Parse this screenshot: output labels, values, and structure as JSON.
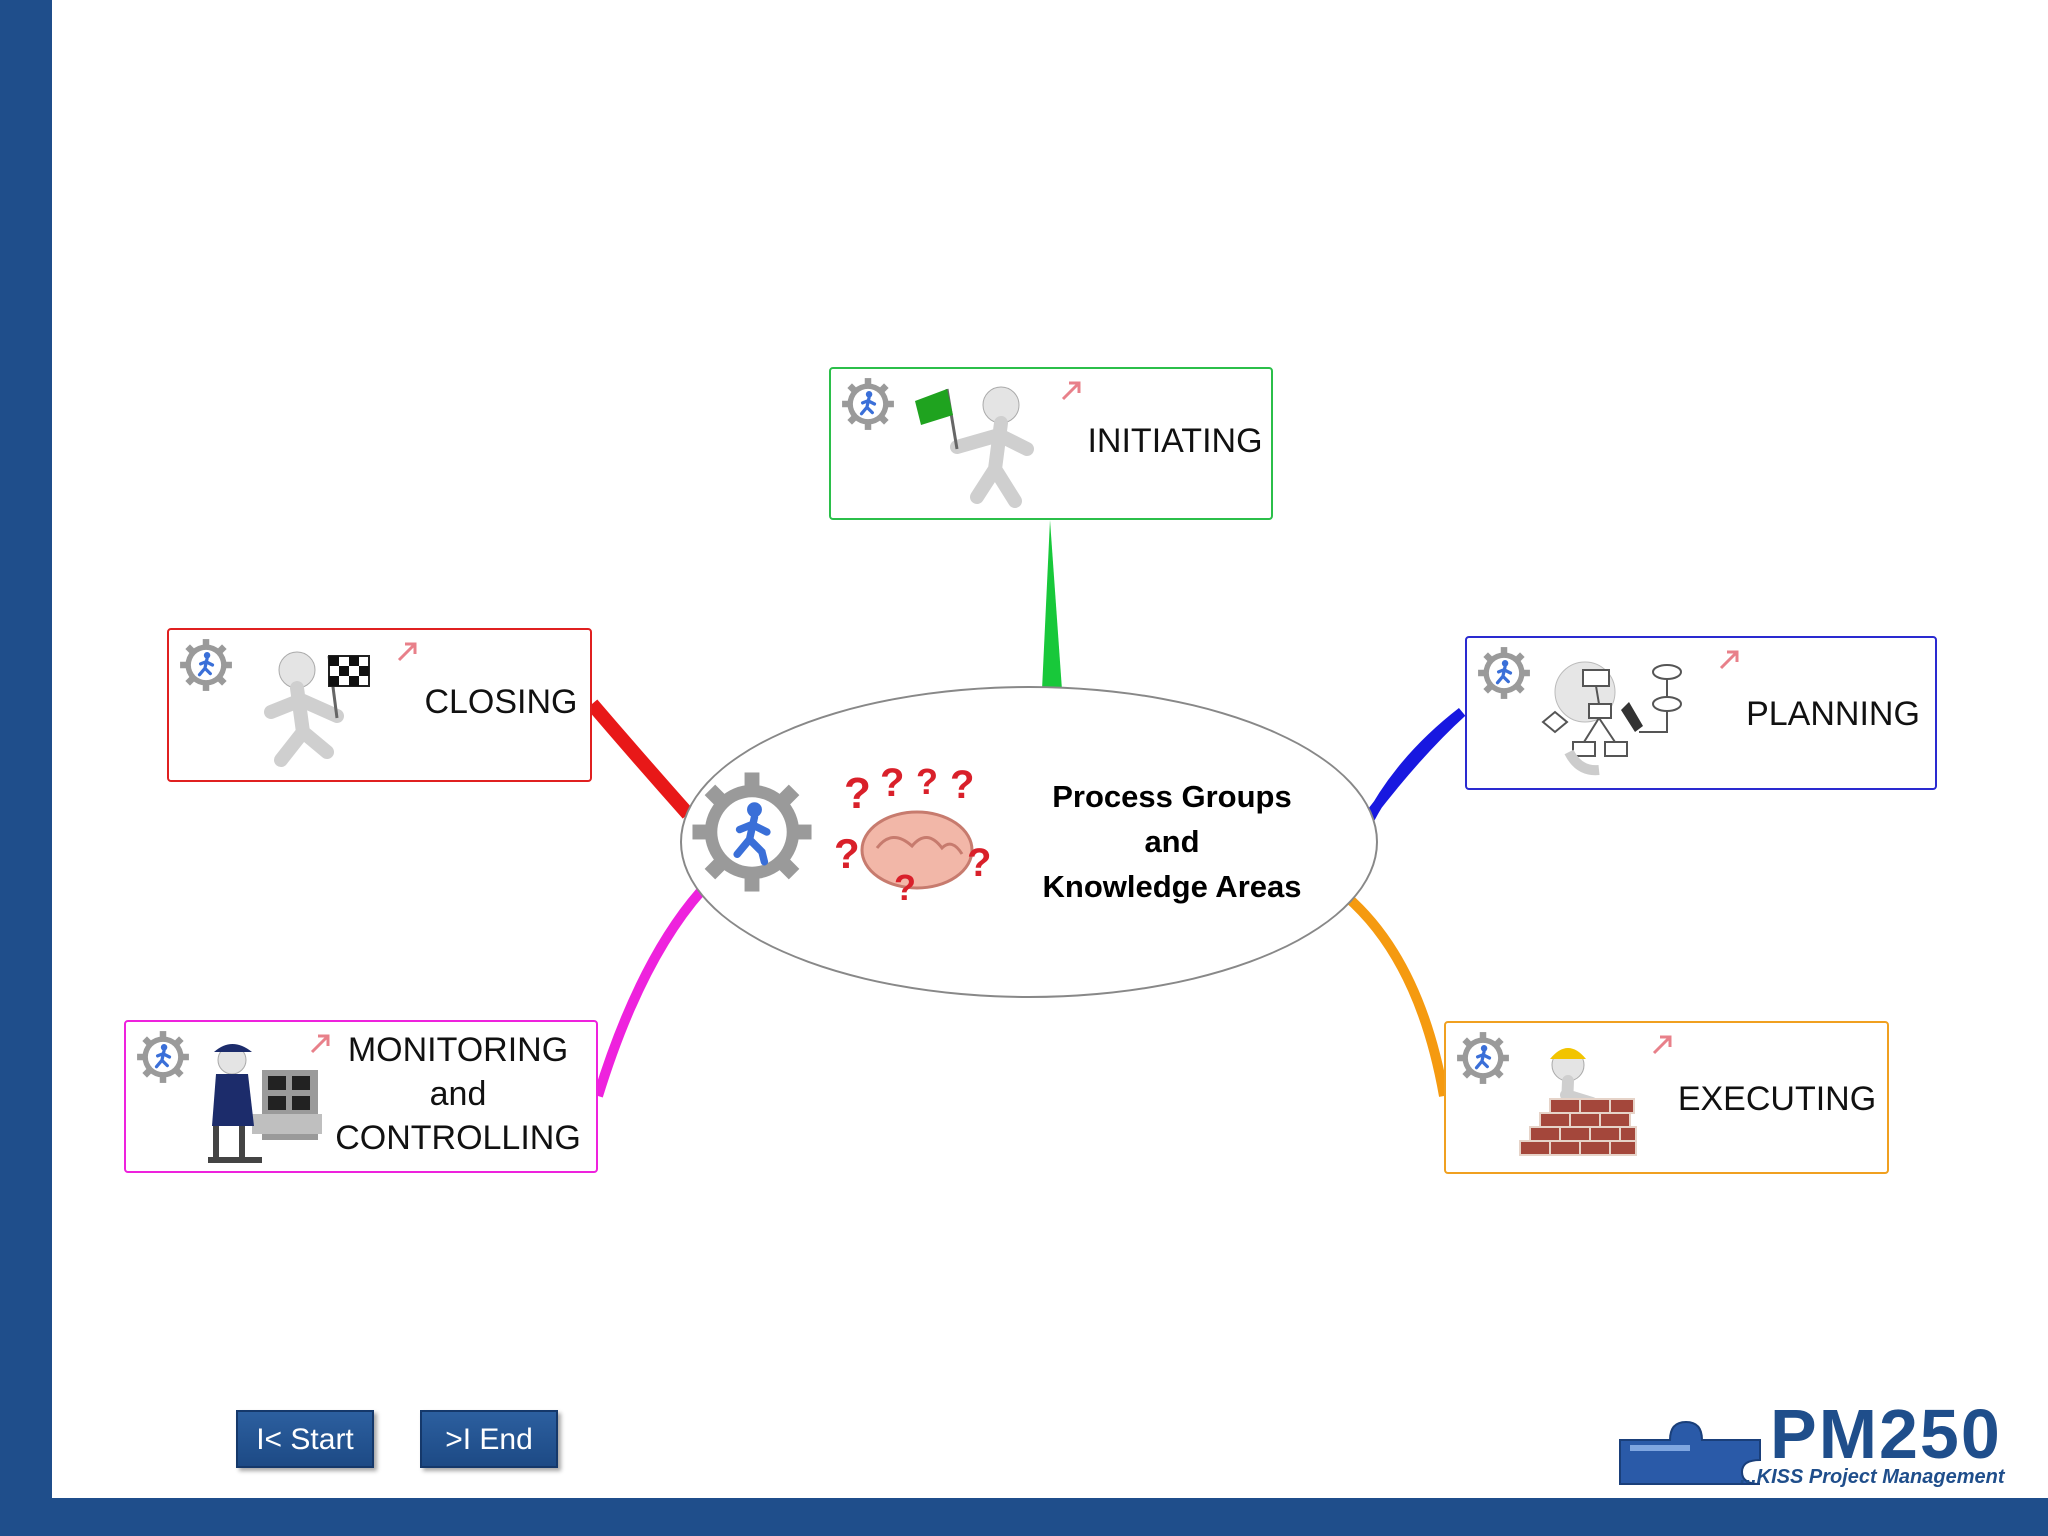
{
  "diagram": {
    "center": {
      "title_lines": [
        "Process Groups",
        "and",
        "Knowledge Areas"
      ]
    },
    "nodes": {
      "initiating": {
        "label_lines": [
          "INITIATING"
        ],
        "color": "#2bbf4a"
      },
      "planning": {
        "label_lines": [
          "PLANNING"
        ],
        "color": "#2a2ad0"
      },
      "executing": {
        "label_lines": [
          "EXECUTING"
        ],
        "color": "#f0a020"
      },
      "monitoring": {
        "label_lines": [
          "MONITORING",
          "and",
          "CONTROLLING"
        ],
        "color": "#ee22dd"
      },
      "closing": {
        "label_lines": [
          "CLOSING"
        ],
        "color": "#e02020"
      }
    }
  },
  "navigation": {
    "start_label": "I< Start",
    "end_label": ">I End"
  },
  "logo": {
    "name": "PM250",
    "tagline": "...KISS Project Management"
  },
  "colors": {
    "frame": "#1f4e8b"
  }
}
